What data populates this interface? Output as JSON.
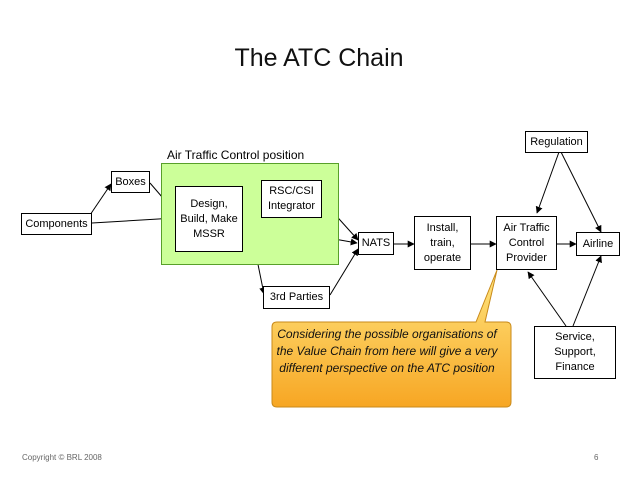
{
  "title": "The ATC Chain",
  "region_label": "Air Traffic Control position",
  "nodes": {
    "components": "Components",
    "boxes": "Boxes",
    "design": "Design,\nBuild, Make\nMSSR",
    "rsc": "RSC/CSI\nIntegrator",
    "third_parties": "3rd Parties",
    "nats": "NATS",
    "install": "Install,\ntrain,\noperate",
    "atc_provider": "Air Traffic\nControl\nProvider",
    "airline": "Airline",
    "regulation": "Regulation",
    "service": "Service,\nSupport,\nFinance"
  },
  "callout": "Considering the possible organisations of the Value Chain from here will give a very different perspective on the ATC position",
  "footer": "Copyright © BRL 2008",
  "page_number": "6",
  "colors": {
    "region_fill": "#ccff99",
    "region_border": "#58a02a",
    "callout_fill_top": "#ffe680",
    "callout_fill_bottom": "#f7a623",
    "callout_border": "#c98a1a"
  }
}
